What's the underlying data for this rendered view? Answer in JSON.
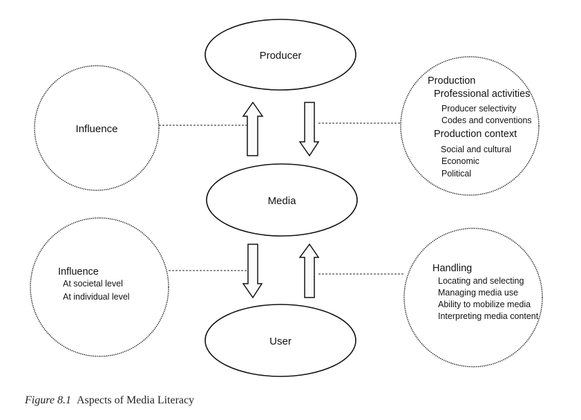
{
  "nodes": {
    "producer": "Producer",
    "media": "Media",
    "user": "User"
  },
  "top_left": {
    "title": "Influence"
  },
  "top_right": {
    "title": "Production",
    "groups": [
      {
        "heading": "Professional activities",
        "items": [
          "Producer selectivity",
          "Codes and conventions"
        ]
      },
      {
        "heading": "Production context",
        "items": [
          "Social and cultural",
          "Economic",
          "Political"
        ]
      }
    ]
  },
  "bottom_left": {
    "title": "Influence",
    "items": [
      "At societal level",
      "At individual level"
    ]
  },
  "bottom_right": {
    "title": "Handling",
    "items": [
      "Locating and selecting",
      "Managing media use",
      "Ability to mobilize media",
      "Interpreting media content"
    ]
  },
  "caption": {
    "label": "Figure 8.1",
    "text": "Aspects of Media Literacy"
  }
}
